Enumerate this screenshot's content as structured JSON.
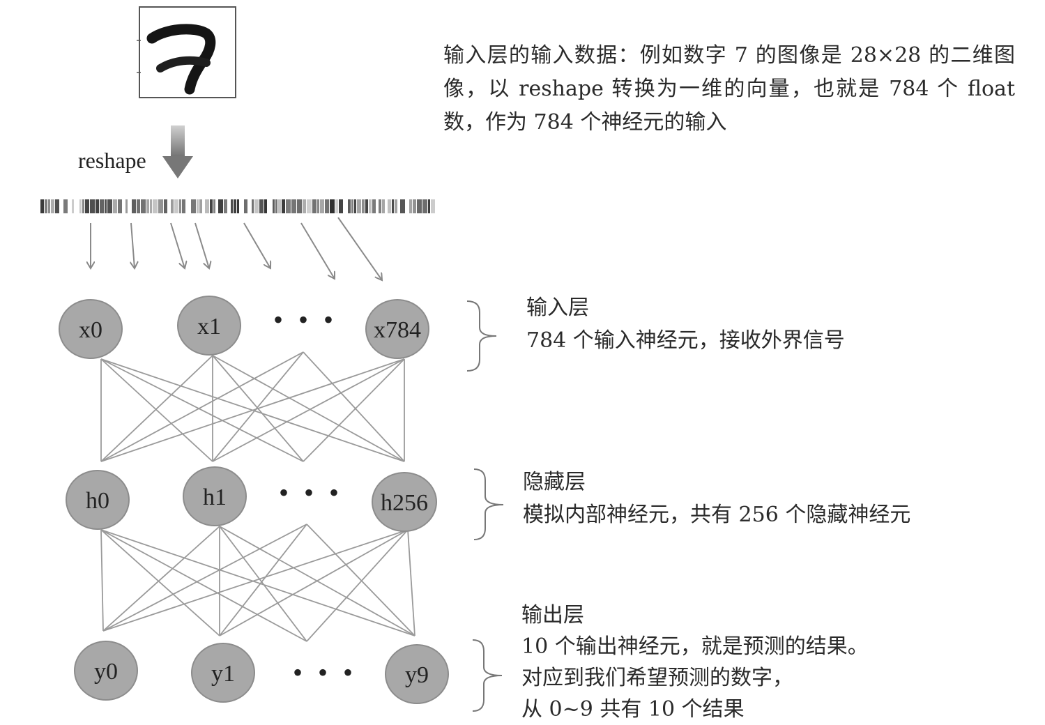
{
  "reshape_label": "reshape",
  "description_top": "输入层的输入数据：例如数字 7 的图像是 28×28 的二维图像，以 reshape 转换为一维的向量，也就是 784 个 float 数，作为 784 个神经元的输入",
  "ellipsis": "• • •",
  "layers": {
    "input": {
      "nodes": [
        "x0",
        "x1",
        "x784"
      ],
      "title": "输入层",
      "desc": "784 个输入神经元，接收外界信号"
    },
    "hidden": {
      "nodes": [
        "h0",
        "h1",
        "h256"
      ],
      "title": "隐藏层",
      "desc": "模拟内部神经元，共有 256 个隐藏神经元"
    },
    "output": {
      "nodes": [
        "y0",
        "y1",
        "y9"
      ],
      "title": "输出层",
      "lines": [
        "10 个输出神经元，就是预测的结果。",
        "对应到我们希望预测的数字，",
        "从 0~9 共有 10 个结果"
      ]
    }
  },
  "colors": {
    "node_fill": "#a8a8a8",
    "node_stroke": "#8c8c8c",
    "line": "#9a9a9a",
    "bracket": "#777777"
  },
  "icons": [
    "digit-7-image",
    "down-arrow-icon",
    "pixel-vector-strip"
  ]
}
